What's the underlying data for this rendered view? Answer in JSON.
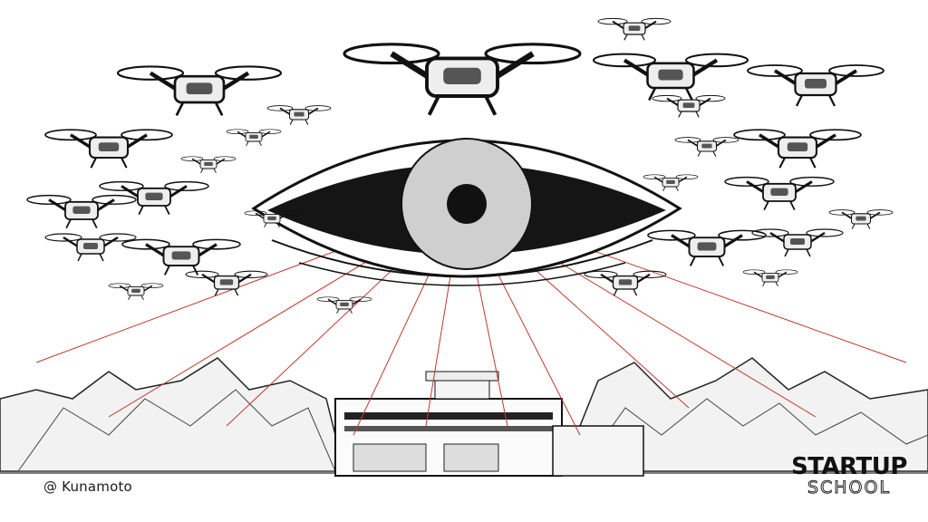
{
  "artwork": {
    "credit": "@ Kunamoto",
    "logo": {
      "line1": "STARTUP",
      "line2": "SCHOOL"
    },
    "eye_band_text": "",
    "eye_colors": {
      "iris": "#cfcfcf",
      "pupil": "#111111",
      "beam": "#c0392b",
      "sclera": "#151515"
    }
  }
}
